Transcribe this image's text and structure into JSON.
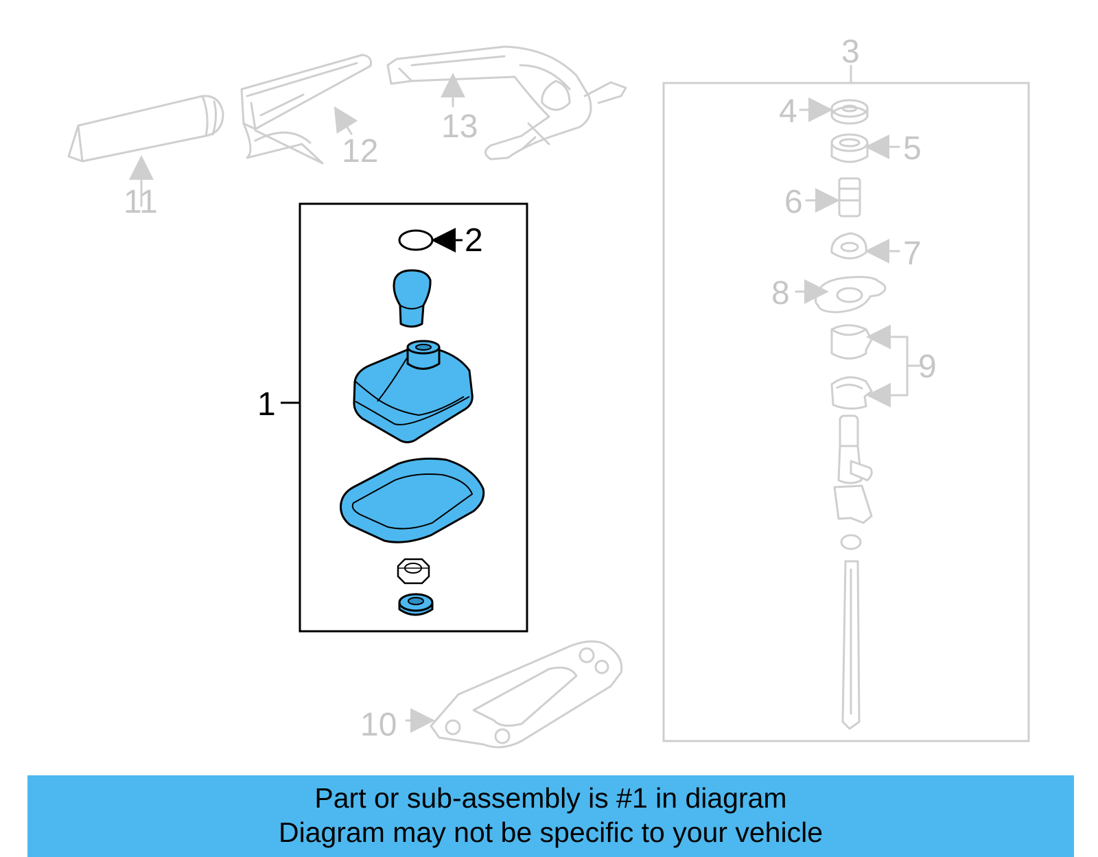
{
  "diagram": {
    "callouts": {
      "c1": "1",
      "c2": "2",
      "c3": "3",
      "c4": "4",
      "c5": "5",
      "c6": "6",
      "c7": "7",
      "c8": "8",
      "c9": "9",
      "c10": "10",
      "c11": "11",
      "c12": "12",
      "c13": "13"
    },
    "highlight_color": "#4db8ef",
    "highlighted_part": "1"
  },
  "banner": {
    "line1": "Part or sub-assembly is #1 in diagram",
    "line2": "Diagram may not be specific to your vehicle"
  }
}
